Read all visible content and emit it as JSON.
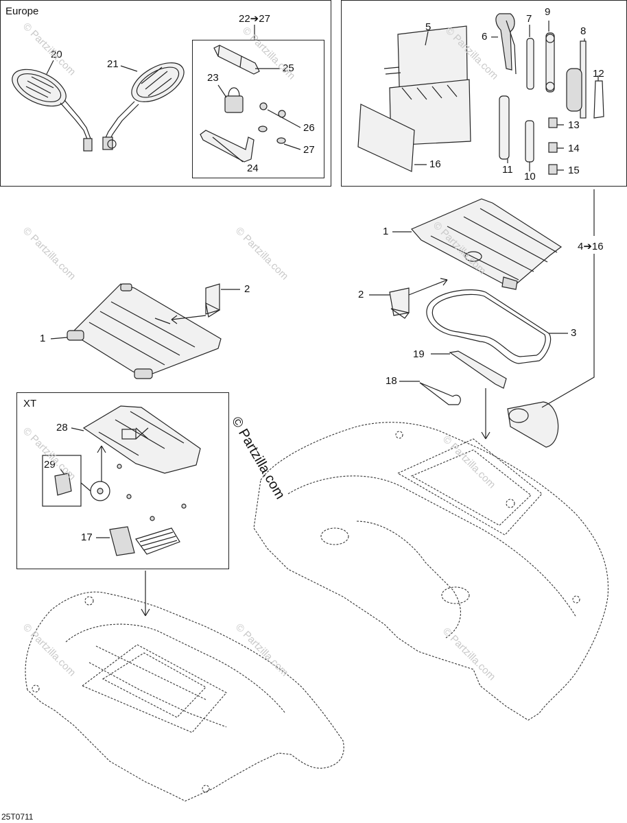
{
  "panels": {
    "europe_title": "Europe",
    "kit_range": "22➔27",
    "xt_title": "XT",
    "tool_group_range": "4➔16"
  },
  "callouts": [
    "1",
    "2",
    "3",
    "4",
    "5",
    "6",
    "7",
    "8",
    "9",
    "10",
    "11",
    "12",
    "13",
    "14",
    "15",
    "16",
    "17",
    "18",
    "19",
    "20",
    "21",
    "22",
    "23",
    "24",
    "25",
    "26",
    "27",
    "28",
    "29"
  ],
  "watermark": "© Partzilla.com",
  "drawing_code": "25T0711"
}
